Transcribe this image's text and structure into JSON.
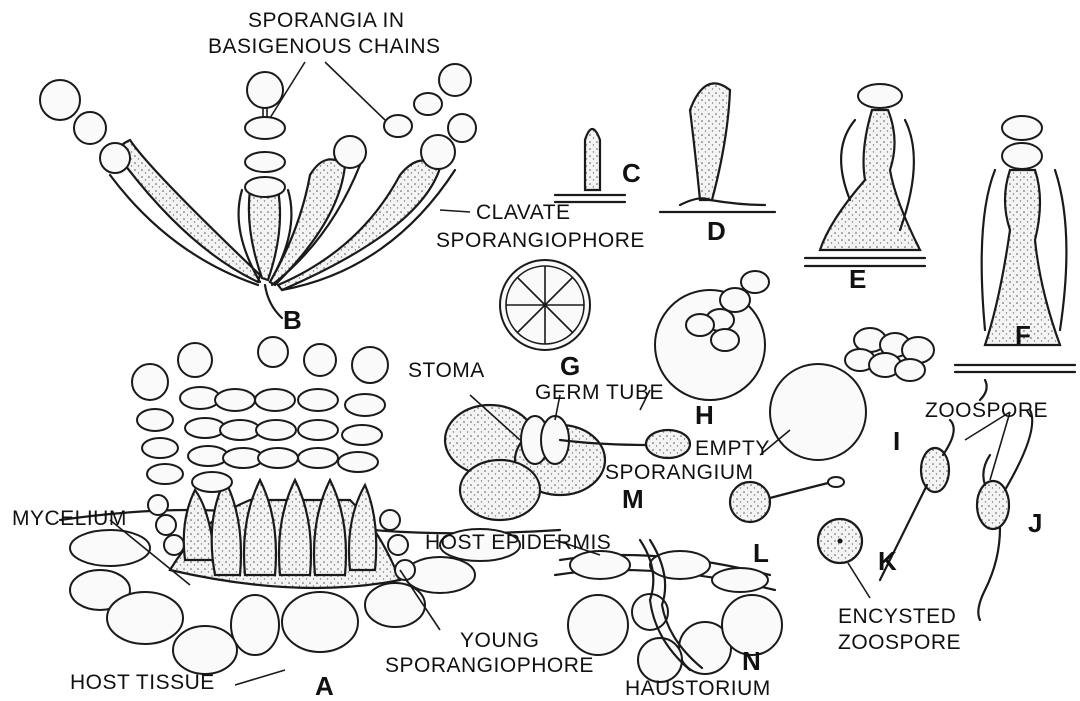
{
  "labels": {
    "sporangia_chains": "SPORANGIA IN\nBASIGENOUS CHAINS",
    "clavate": "CLAVATE\nSPORANGIOPHORE",
    "mycelium": "MYCELIUM",
    "host_tissue": "HOST TISSUE",
    "young_sporangiophore": "YOUNG\nSPORANGIOPHORE",
    "stoma": "STOMA",
    "germ_tube": "GERM TUBE",
    "empty_sporangium": "EMPTY\nSPORANGIUM",
    "host_epidermis": "HOST EPIDERMIS",
    "haustorium": "HAUSTORIUM",
    "zoospore": "ZOOSPORE",
    "encysted_zoospore": "ENCYSTED\nZOOSPORE"
  },
  "letters": {
    "a": "A",
    "b": "B",
    "c": "C",
    "d": "D",
    "e": "E",
    "f": "F",
    "g": "G",
    "h": "H",
    "i": "I",
    "j": "J",
    "k": "K",
    "l": "L",
    "m": "M",
    "n": "N"
  }
}
